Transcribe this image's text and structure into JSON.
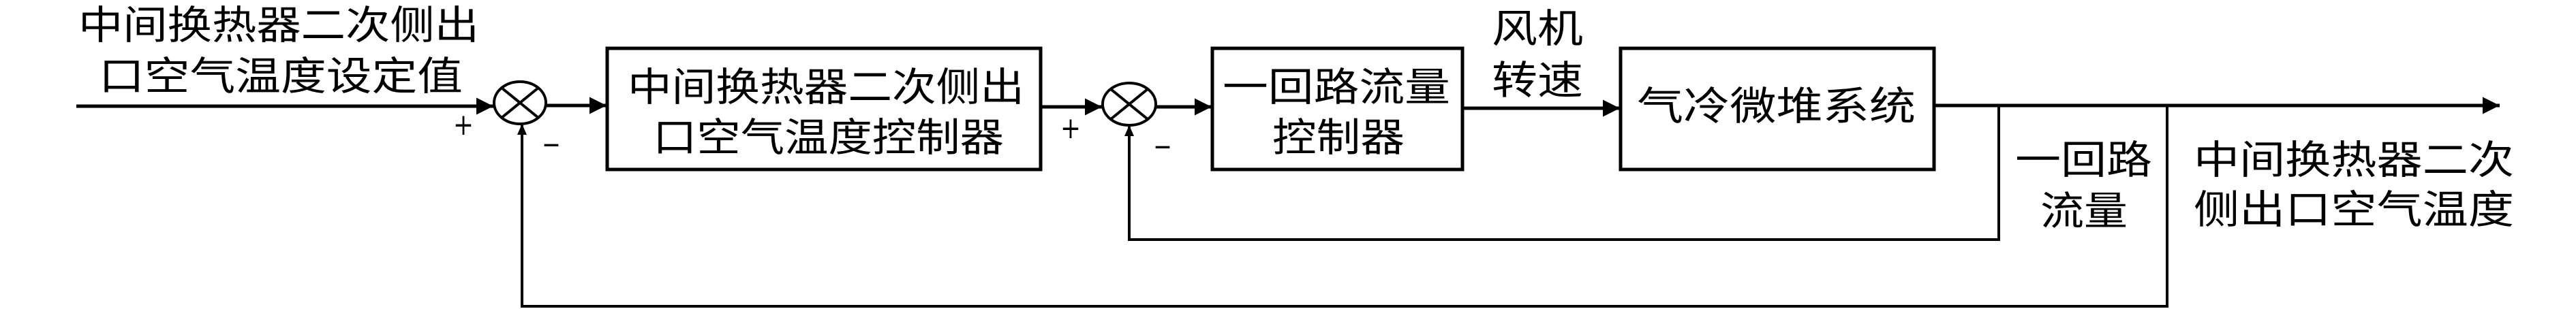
{
  "diagram": {
    "setpoint_label": [
      "中间换热器二次侧出",
      "口空气温度设定值"
    ],
    "outer_controller": [
      "中间换热器二次侧出",
      "口空气温度控制器"
    ],
    "inner_controller": [
      "一回路流量",
      "控制器"
    ],
    "fan_speed_label": [
      "风机",
      "转速"
    ],
    "plant": "气冷微堆系统",
    "primary_flow_label": [
      "一回路",
      "流量"
    ],
    "output_label": [
      "中间换热器二次",
      "侧出口空气温度"
    ],
    "sum1_signs": {
      "plus": "+",
      "minus": "-"
    },
    "sum2_signs": {
      "plus": "+",
      "minus": "-"
    }
  }
}
